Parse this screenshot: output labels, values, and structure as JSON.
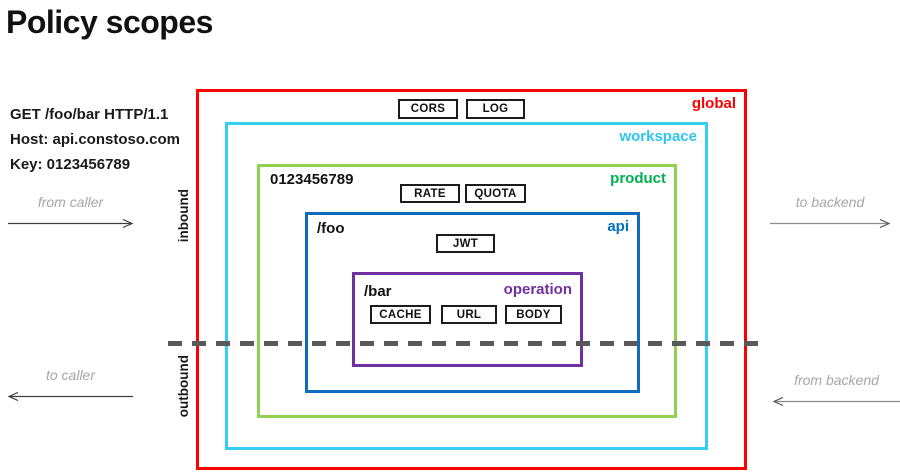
{
  "title": "Policy scopes",
  "request": {
    "line1": "GET /foo/bar HTTP/1.1",
    "line2": "Host: api.constoso.com",
    "line3": "Key: 0123456789"
  },
  "flow": {
    "from_caller": "from caller",
    "to_backend": "to backend",
    "to_caller": "to caller",
    "from_backend": "from backend",
    "inbound": "inbound",
    "outbound": "outbound"
  },
  "scopes": {
    "global": {
      "label": "global",
      "color": "#ff0000",
      "policies": [
        "CORS",
        "LOG"
      ]
    },
    "workspace": {
      "label": "workspace",
      "color": "#33ccf2"
    },
    "product": {
      "label": "product",
      "label_color": "#00b050",
      "border_color": "#92d050",
      "key": "0123456789",
      "policies": [
        "RATE",
        "QUOTA"
      ]
    },
    "api": {
      "label": "api",
      "color": "#0f6cbd",
      "path": "/foo",
      "policies": [
        "JWT"
      ]
    },
    "operation": {
      "label": "operation",
      "color": "#7030a0",
      "path": "/bar",
      "policies": [
        "CACHE",
        "URL",
        "BODY"
      ]
    }
  },
  "divider_color": "#595959"
}
